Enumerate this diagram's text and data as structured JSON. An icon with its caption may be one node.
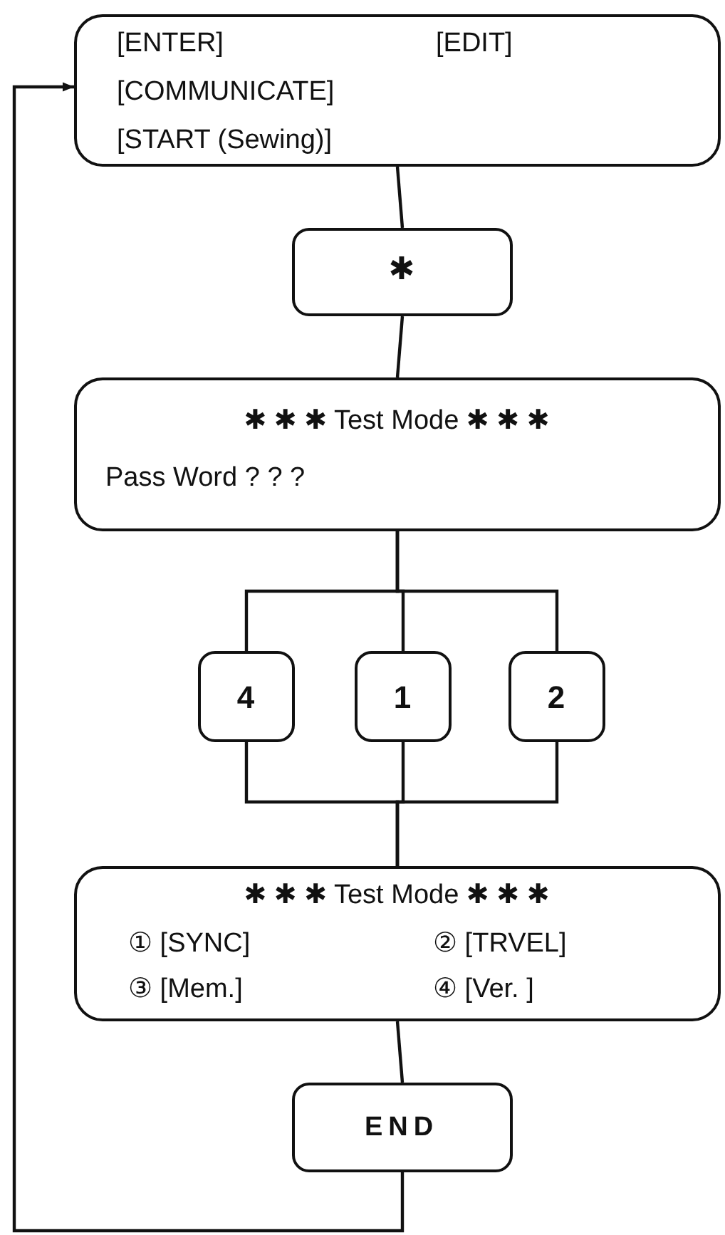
{
  "diagram": {
    "nodes": [
      {
        "text": [
          "[ENTER]",
          "[EDIT]",
          "[COMMUNICATE]",
          "[START (Sewing)]"
        ]
      },
      {
        "text": [
          "✱"
        ]
      },
      {
        "text": [
          "✱ ✱ ✱ Test Mode ✱ ✱ ✱",
          "Pass Word ? ? ?"
        ]
      },
      {
        "text": [
          "4"
        ]
      },
      {
        "text": [
          "1"
        ]
      },
      {
        "text": [
          "2"
        ]
      },
      {
        "text": [
          "✱ ✱ ✱ Test Mode ✱ ✱ ✱",
          "① [SYNC]",
          "② [TRVEL]",
          "③ [Mem.]",
          "④ [Ver. ]"
        ]
      },
      {
        "text": [
          "END"
        ]
      }
    ],
    "edges": [
      {
        "from": 0,
        "to": 1,
        "arrow": "none"
      },
      {
        "from": 1,
        "to": 2,
        "arrow": "none"
      },
      {
        "from": 2,
        "to": 3,
        "arrow": "none"
      },
      {
        "from": 2,
        "to": 4,
        "arrow": "none"
      },
      {
        "from": 2,
        "to": 5,
        "arrow": "none"
      },
      {
        "from": 3,
        "to": 6,
        "arrow": "none"
      },
      {
        "from": 4,
        "to": 6,
        "arrow": "none"
      },
      {
        "from": 5,
        "to": 6,
        "arrow": "none"
      },
      {
        "from": 6,
        "to": 7,
        "arrow": "none"
      },
      {
        "from": 7,
        "to": 0,
        "arrow": "to"
      }
    ]
  }
}
